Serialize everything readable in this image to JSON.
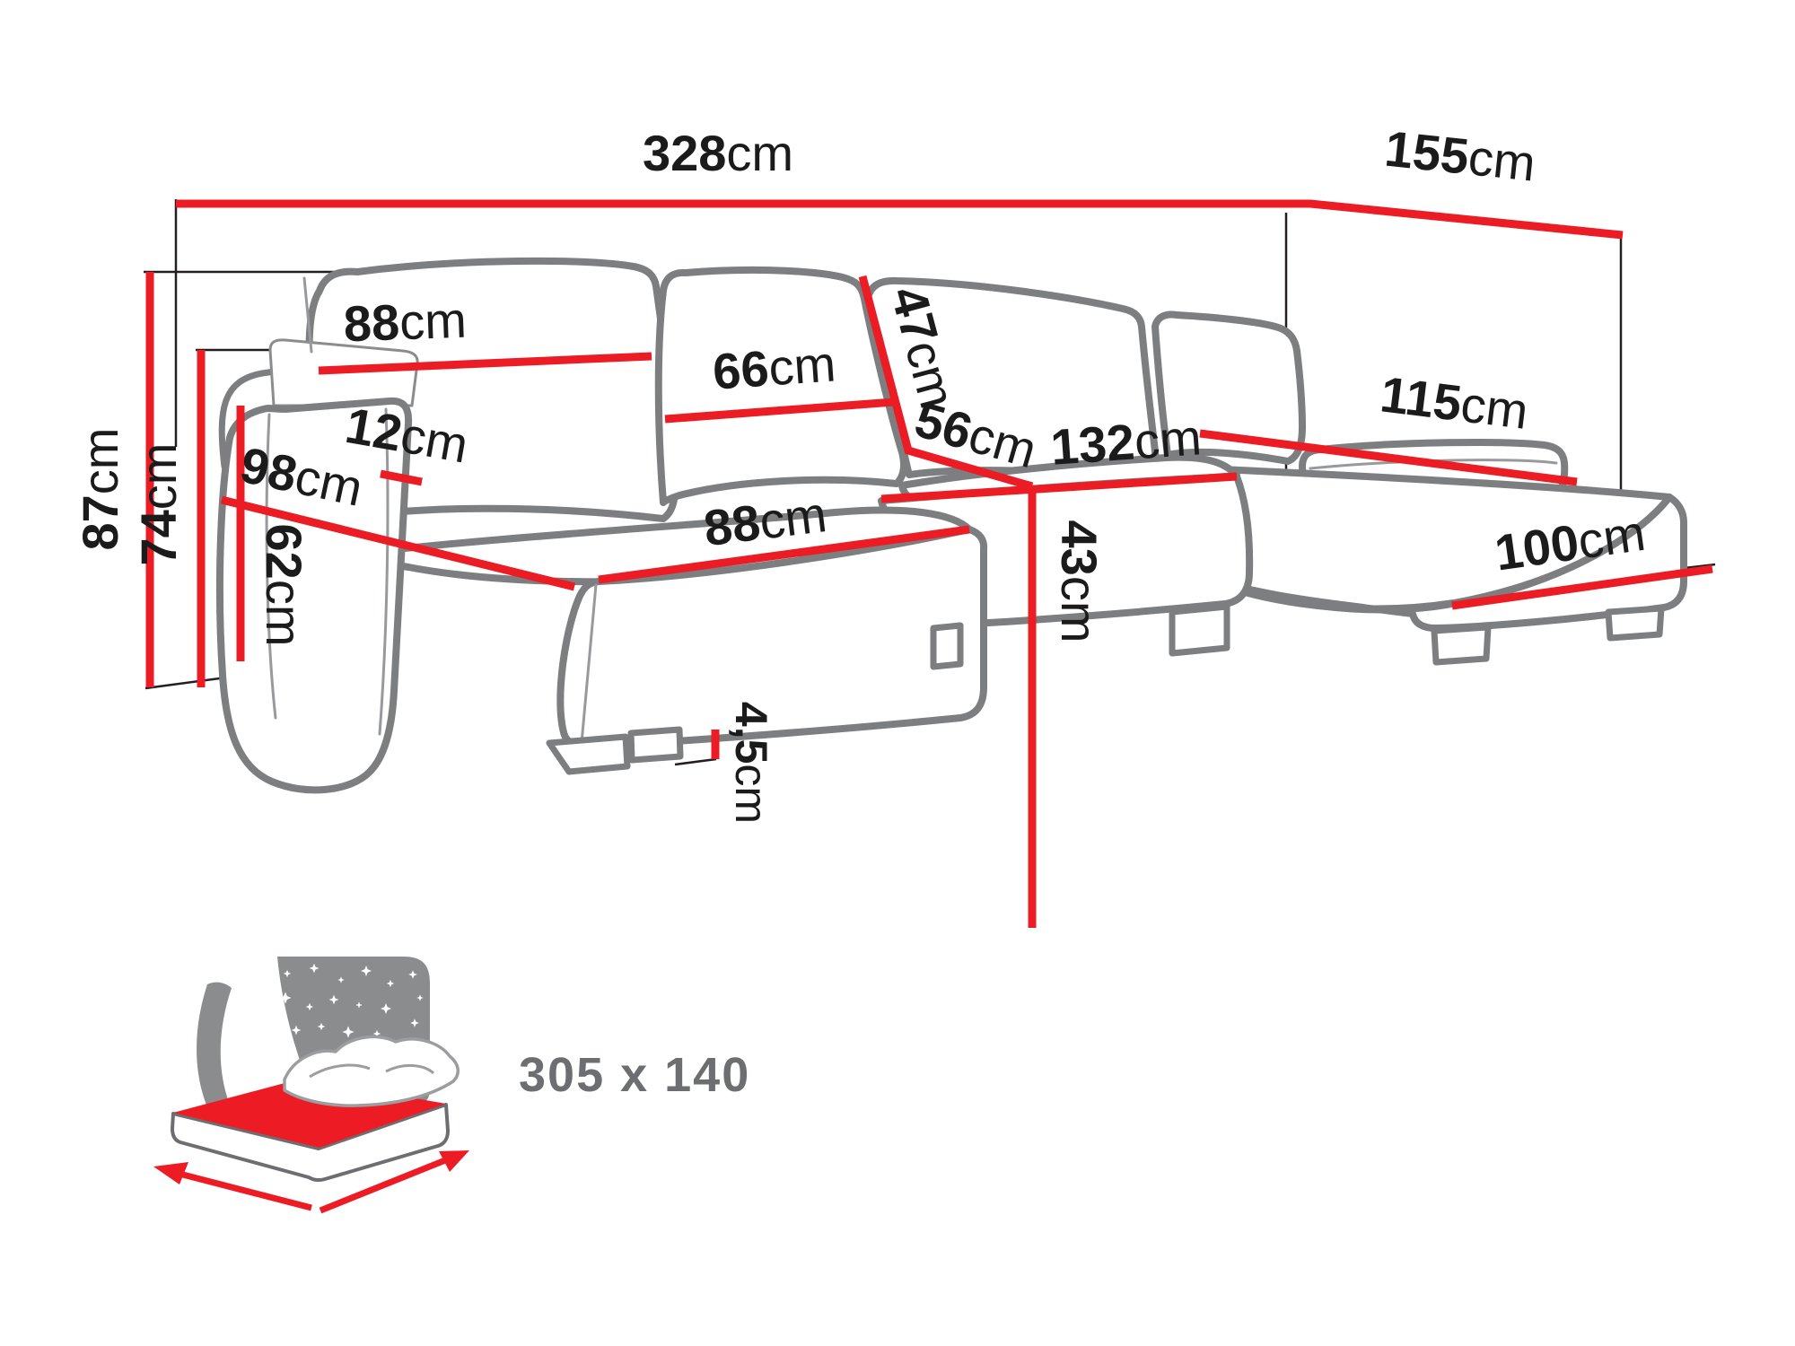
{
  "diagram": {
    "type": "furniture-dimension-drawing",
    "subject": "U-shaped corner sofa with sleeping function",
    "unit": "cm"
  },
  "dims": {
    "total_width": {
      "value": "328",
      "unit": "cm"
    },
    "depth_right": {
      "value": "155",
      "unit": "cm"
    },
    "total_height": {
      "value": "87",
      "unit": "cm"
    },
    "backrest_height": {
      "value": "74",
      "unit": "cm"
    },
    "armrest_height": {
      "value": "62",
      "unit": "cm"
    },
    "left_chaise_length": {
      "value": "98",
      "unit": "cm"
    },
    "armrest_top_width": {
      "value": "12",
      "unit": "cm"
    },
    "back_cushion_large": {
      "value": "88",
      "unit": "cm"
    },
    "back_cushion_small": {
      "value": "66",
      "unit": "cm"
    },
    "back_cushion_height": {
      "value": "47",
      "unit": "cm"
    },
    "seat_depth": {
      "value": "56",
      "unit": "cm"
    },
    "middle_seat_width": {
      "value": "132",
      "unit": "cm"
    },
    "seat_height": {
      "value": "43",
      "unit": "cm"
    },
    "left_seat_width": {
      "value": "88",
      "unit": "cm"
    },
    "right_chaise_length": {
      "value": "115",
      "unit": "cm"
    },
    "right_chaise_width": {
      "value": "100",
      "unit": "cm"
    },
    "leg_height": {
      "value": "4,5",
      "unit": "cm"
    }
  },
  "sleeping_area": {
    "size": "305 x 140"
  },
  "colors": {
    "dimension_red": "#ec1c24",
    "outline_gray": "#7d7e80",
    "icon_gray": "#8a8c8e",
    "icon_text_gray": "#6d6e71",
    "label_black": "#1b1b1b",
    "background": "#ffffff"
  }
}
